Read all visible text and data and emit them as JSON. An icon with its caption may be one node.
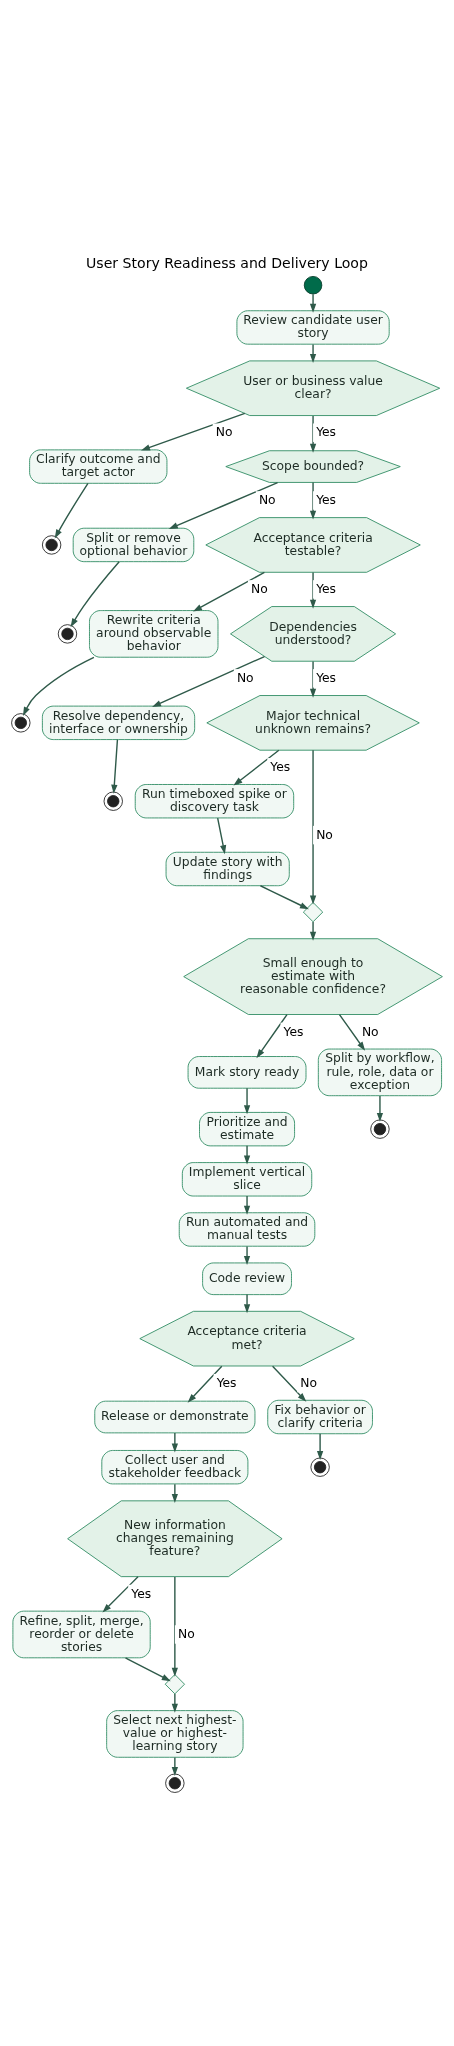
{
  "diagram": {
    "title": "User Story Readiness and Delivery Loop",
    "nodes": [
      {
        "text": [],
        "shape": "circle"
      },
      {
        "text": [
          "Review candidate user story"
        ]
      },
      {
        "text": [
          "User or business value clear?"
        ]
      },
      {
        "text": [
          "Clarify outcome and target actor"
        ]
      },
      {
        "text": [],
        "shape": "circle"
      },
      {
        "text": [
          "Scope bounded?"
        ]
      },
      {
        "text": [
          "Split or remove optional behavior"
        ]
      },
      {
        "text": [],
        "shape": "circle"
      },
      {
        "text": [
          "Acceptance criteria testable?"
        ]
      },
      {
        "text": [
          "Rewrite criteria around observable behavior"
        ]
      },
      {
        "text": [],
        "shape": "circle"
      },
      {
        "text": [
          "Dependencies understood?"
        ]
      },
      {
        "text": [
          "Resolve dependency, interface or ownership"
        ]
      },
      {
        "text": [],
        "shape": "circle"
      },
      {
        "text": [
          "Major technical unknown remains?"
        ]
      },
      {
        "text": [
          "Run timeboxed spike or discovery task"
        ]
      },
      {
        "text": [
          "Update story with findings"
        ]
      },
      {
        "text": [],
        "shape": "diamond"
      },
      {
        "text": [
          "Small enough to estimate with reasonable confidence?"
        ]
      },
      {
        "text": [
          "Mark story ready"
        ]
      },
      {
        "text": [
          "Split by workflow, rule, role, data or exception"
        ]
      },
      {
        "text": [],
        "shape": "circle"
      },
      {
        "text": [
          "Prioritize and estimate"
        ]
      },
      {
        "text": [
          "Implement vertical slice"
        ]
      },
      {
        "text": [
          "Run automated and manual tests"
        ]
      },
      {
        "text": [
          "Code review"
        ]
      },
      {
        "text": [
          "Acceptance criteria met?"
        ]
      },
      {
        "text": [
          "Release or demonstrate"
        ]
      },
      {
        "text": [
          "Fix behavior or clarify criteria"
        ]
      },
      {
        "text": [],
        "shape": "circle"
      },
      {
        "text": [
          "Collect user and stakeholder feedback"
        ]
      },
      {
        "text": [
          "New information changes remaining feature?"
        ]
      },
      {
        "text": [
          "Refine, split, merge, reorder or delete stories"
        ]
      },
      {
        "text": [],
        "shape": "diamond"
      },
      {
        "text": [
          "Select next highest-value or highest-learning story"
        ]
      },
      {
        "text": [],
        "shape": "circle"
      }
    ],
    "edges": [
      {
        "from": 0,
        "to": 1,
        "arrow": "to"
      },
      {
        "from": 1,
        "to": 2,
        "arrow": "to"
      },
      {
        "from": 2,
        "to": 3,
        "arrow": "to",
        "label": "No"
      },
      {
        "from": 3,
        "to": 4,
        "arrow": "to"
      },
      {
        "from": 2,
        "to": 5,
        "arrow": "to",
        "label": "Yes"
      },
      {
        "from": 5,
        "to": 6,
        "arrow": "to",
        "label": "No"
      },
      {
        "from": 6,
        "to": 7,
        "arrow": "to"
      },
      {
        "from": 5,
        "to": 8,
        "arrow": "to",
        "label": "Yes"
      },
      {
        "from": 8,
        "to": 9,
        "arrow": "to",
        "label": "No"
      },
      {
        "from": 9,
        "to": 10,
        "arrow": "to"
      },
      {
        "from": 8,
        "to": 11,
        "arrow": "to",
        "label": "Yes"
      },
      {
        "from": 11,
        "to": 12,
        "arrow": "to",
        "label": "No"
      },
      {
        "from": 12,
        "to": 13,
        "arrow": "to"
      },
      {
        "from": 11,
        "to": 14,
        "arrow": "to",
        "label": "Yes"
      },
      {
        "from": 14,
        "to": 15,
        "arrow": "to",
        "label": "Yes"
      },
      {
        "from": 15,
        "to": 16,
        "arrow": "to"
      },
      {
        "from": 16,
        "to": 17,
        "arrow": "to"
      },
      {
        "from": 14,
        "to": 17,
        "arrow": "to",
        "label": "No"
      },
      {
        "from": 17,
        "to": 18,
        "arrow": "to"
      },
      {
        "from": 18,
        "to": 19,
        "arrow": "to",
        "label": "Yes"
      },
      {
        "from": 18,
        "to": 20,
        "arrow": "to",
        "label": "No"
      },
      {
        "from": 20,
        "to": 21,
        "arrow": "to"
      },
      {
        "from": 19,
        "to": 22,
        "arrow": "to"
      },
      {
        "from": 22,
        "to": 23,
        "arrow": "to"
      },
      {
        "from": 23,
        "to": 24,
        "arrow": "to"
      },
      {
        "from": 24,
        "to": 25,
        "arrow": "to"
      },
      {
        "from": 25,
        "to": 26,
        "arrow": "to"
      },
      {
        "from": 26,
        "to": 27,
        "arrow": "to",
        "label": "Yes"
      },
      {
        "from": 26,
        "to": 28,
        "arrow": "to",
        "label": "No"
      },
      {
        "from": 28,
        "to": 29,
        "arrow": "to"
      },
      {
        "from": 27,
        "to": 30,
        "arrow": "to"
      },
      {
        "from": 30,
        "to": 31,
        "arrow": "to"
      },
      {
        "from": 31,
        "to": 32,
        "arrow": "to",
        "label": "Yes"
      },
      {
        "from": 32,
        "to": 33,
        "arrow": "to"
      },
      {
        "from": 31,
        "to": 33,
        "arrow": "to",
        "label": "No"
      },
      {
        "from": 33,
        "to": 34,
        "arrow": "to"
      },
      {
        "from": 34,
        "to": 35,
        "arrow": "to"
      }
    ]
  }
}
